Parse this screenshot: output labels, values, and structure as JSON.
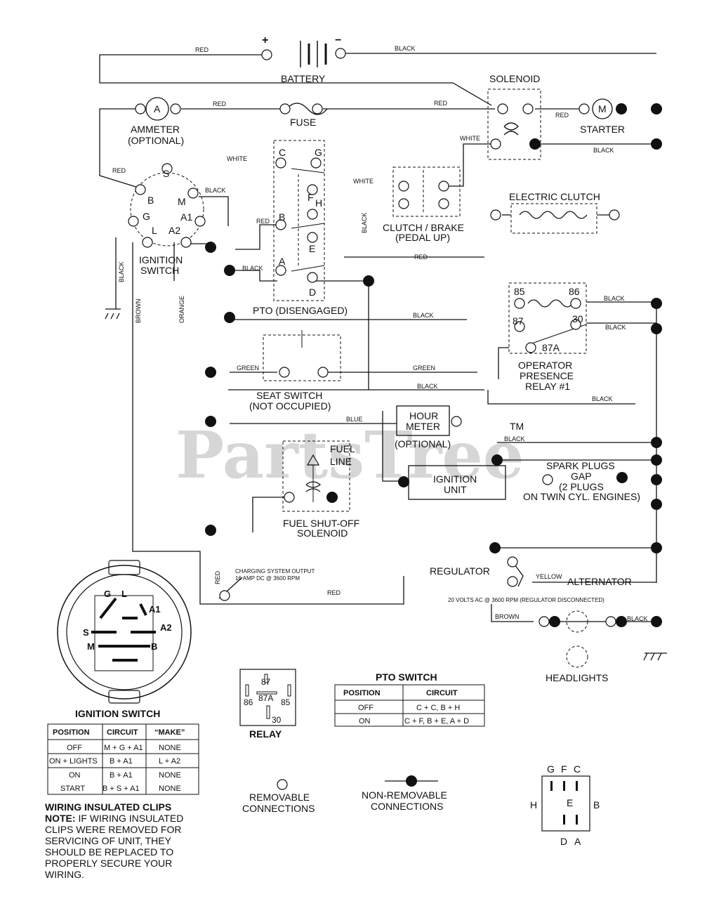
{
  "watermark": {
    "text": "PartsTree",
    "tm": "TM"
  },
  "wire_colors": {
    "red": "RED",
    "black": "BLACK",
    "white": "WHITE",
    "green": "GREEN",
    "blue": "BLUE",
    "brown": "BROWN",
    "orange": "ORANGE",
    "yellow": "YELLOW"
  },
  "components": {
    "battery": "BATTERY",
    "battery_plus": "+",
    "battery_minus": "−",
    "solenoid": "SOLENOID",
    "ammeter_symbol": "A",
    "ammeter": "AMMETER",
    "ammeter_note": "(OPTIONAL)",
    "fuse": "FUSE",
    "starter_symbol": "M",
    "starter": "STARTER",
    "ignition_switch_line1": "IGNITION",
    "ignition_switch_line2": "SWITCH",
    "ignition_terminals": [
      "S",
      "B",
      "M",
      "G",
      "A1",
      "L",
      "A2"
    ],
    "pto_terminals": [
      "C",
      "G",
      "F",
      "H",
      "B",
      "E",
      "A",
      "D"
    ],
    "pto_disengaged": "PTO (DISENGAGED)",
    "clutch_brake_line1": "CLUTCH / BRAKE",
    "clutch_brake_line2": "(PEDAL UP)",
    "electric_clutch": "ELECTRIC CLUTCH",
    "relay_terminals": [
      "85",
      "86",
      "87",
      "30",
      "87A"
    ],
    "operator_presence_line1": "OPERATOR",
    "operator_presence_line2": "PRESENCE",
    "operator_presence_line3": "RELAY #1",
    "seat_switch_line1": "SEAT SWITCH",
    "seat_switch_line2": "(NOT OCCUPIED)",
    "hour_meter_line1": "HOUR",
    "hour_meter_line2": "METER",
    "hour_meter_note": "(OPTIONAL)",
    "fuel_line_1": "FUEL",
    "fuel_line_2": "LINE",
    "fuel_solenoid_line1": "FUEL SHUT-OFF",
    "fuel_solenoid_line2": "SOLENOID",
    "ignition_unit_line1": "IGNITION",
    "ignition_unit_line2": "UNIT",
    "spark_plugs_line1": "SPARK PLUGS",
    "spark_plugs_line2": "GAP",
    "spark_plugs_line3": "(2 PLUGS",
    "spark_plugs_line4": "ON TWIN CYL. ENGINES)",
    "charging_line1": "CHARGING SYSTEM OUTPUT",
    "charging_line2": "16 AMP DC @ 3600 RPM",
    "regulator": "REGULATOR",
    "alternator": "ALTERNATOR",
    "alternator_note": "20 VOLTS AC @ 3600 RPM (REGULATOR DISCONNECTED)",
    "headlights": "HEADLIGHTS"
  },
  "ignition_switch_detail": {
    "terminals": [
      "G",
      "L",
      "A1",
      "S",
      "A2",
      "M",
      "B"
    ],
    "title": "IGNITION SWITCH",
    "headers": [
      "POSITION",
      "CIRCUIT",
      "“MAKE”"
    ],
    "rows": [
      [
        "OFF",
        "M + G + A1",
        "NONE"
      ],
      [
        "ON + LIGHTS",
        "B + A1",
        "L + A2"
      ],
      [
        "ON",
        "B + A1",
        "NONE"
      ],
      [
        "START",
        "B + S + A1",
        "NONE"
      ]
    ]
  },
  "relay_detail": {
    "terminals": [
      "87",
      "86",
      "87A",
      "85",
      "30"
    ],
    "title": "RELAY"
  },
  "pto_switch_table": {
    "title": "PTO SWITCH",
    "headers": [
      "POSITION",
      "CIRCUIT"
    ],
    "rows": [
      [
        "OFF",
        "C + C, B + H"
      ],
      [
        "ON",
        "C + F, B + E, A + D"
      ]
    ]
  },
  "legend": {
    "removable_line1": "REMOVABLE",
    "removable_line2": "CONNECTIONS",
    "non_removable_line1": "NON-REMOVABLE",
    "non_removable_line2": "CONNECTIONS"
  },
  "pto_pinout": {
    "top": [
      "G",
      "F",
      "C"
    ],
    "left": "H",
    "center": "E",
    "right": "B",
    "bottom": [
      "D",
      "A"
    ]
  },
  "notes": {
    "title": "WIRING INSULATED CLIPS",
    "label": "NOTE:",
    "text": "IF WIRING INSULATED CLIPS WERE REMOVED FOR SERVICING OF UNIT, THEY SHOULD BE REPLACED TO PROPERLY SECURE YOUR WIRING."
  }
}
